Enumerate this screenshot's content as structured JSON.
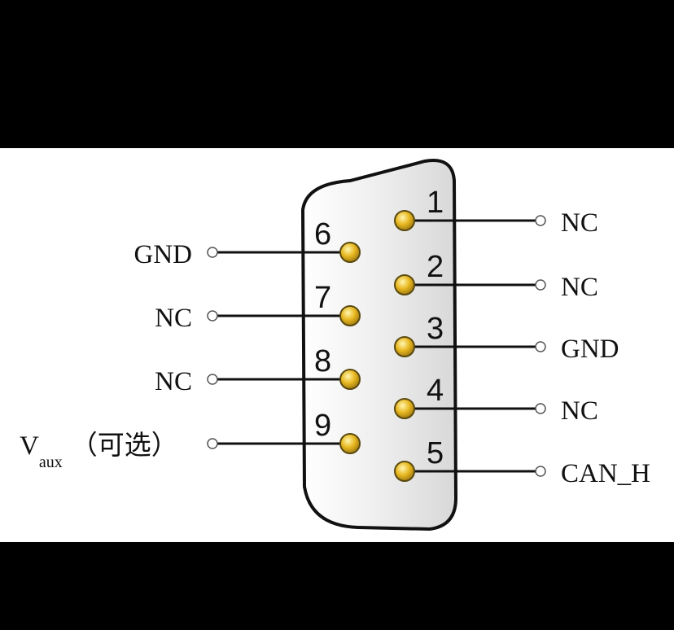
{
  "pins_right": [
    {
      "number": "1",
      "label": "NC"
    },
    {
      "number": "2",
      "label": "NC"
    },
    {
      "number": "3",
      "label": "GND"
    },
    {
      "number": "4",
      "label": "NC"
    },
    {
      "number": "5",
      "label": "CAN_H"
    }
  ],
  "pins_left": [
    {
      "number": "6",
      "label": "GND"
    },
    {
      "number": "7",
      "label": "NC"
    },
    {
      "number": "8",
      "label": "NC"
    },
    {
      "number": "9",
      "label_main": "V",
      "label_sub": "aux",
      "label_suffix": "（可选）"
    }
  ],
  "colors": {
    "pin_fill": "#e8b820",
    "pin_stroke": "#5a4a10",
    "body_fill": "#f0f0f0",
    "line": "#111111"
  }
}
